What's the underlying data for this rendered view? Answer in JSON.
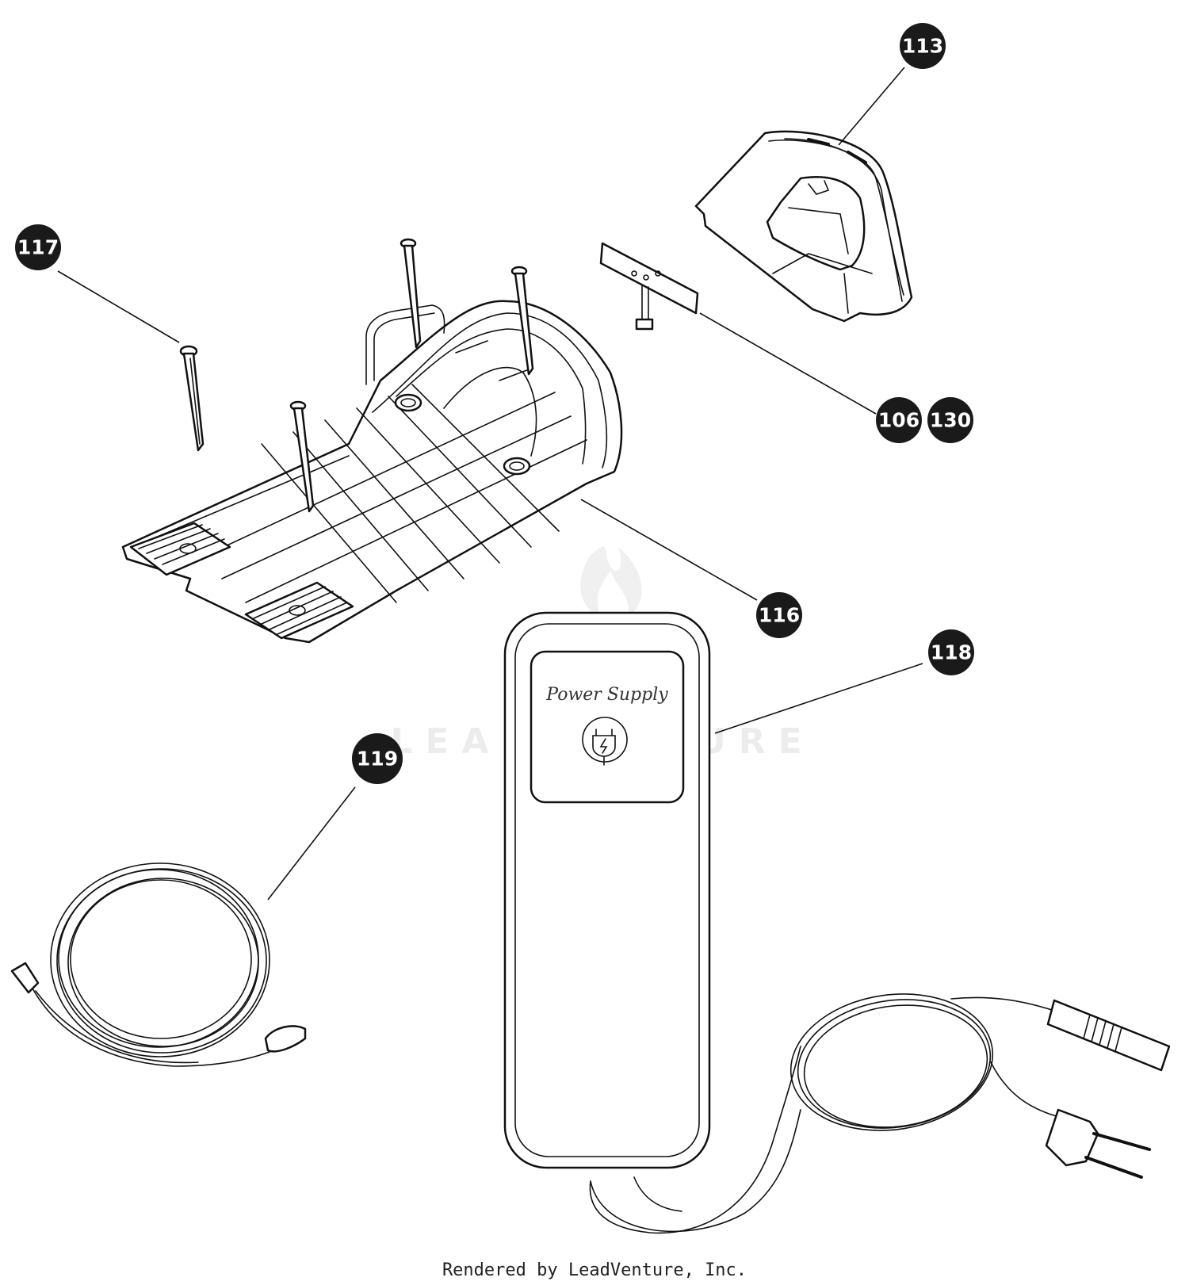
{
  "diagram": {
    "callouts": [
      {
        "id": "113",
        "label": "113"
      },
      {
        "id": "117",
        "label": "117"
      },
      {
        "id": "106",
        "label": "106"
      },
      {
        "id": "130",
        "label": "130"
      },
      {
        "id": "116",
        "label": "116"
      },
      {
        "id": "118",
        "label": "118"
      },
      {
        "id": "119",
        "label": "119"
      }
    ],
    "power_supply_label": "Power Supply",
    "watermark": "LEADVENTURE"
  },
  "colors": {
    "callout_fill": "#1a1a1a",
    "line": "#111111",
    "background": "#ffffff"
  },
  "footer": {
    "text": "Rendered by LeadVenture, Inc."
  }
}
